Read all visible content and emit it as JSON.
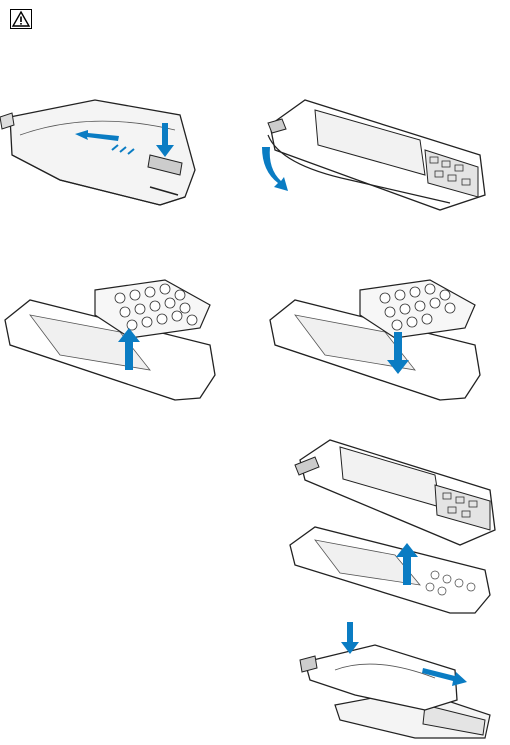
{
  "page": {
    "title": "",
    "warning_icon": "warning-triangle-icon",
    "colors": {
      "line": "#222222",
      "fill_light": "#f2f2f2",
      "fill_mid": "#d9d9d9",
      "arrow": "#0a7cc3",
      "body": "#ffffff"
    }
  },
  "illustrations": [
    {
      "name": "illustration-step-1",
      "caption": ""
    },
    {
      "name": "illustration-step-2",
      "caption": ""
    },
    {
      "name": "illustration-step-3",
      "caption": ""
    },
    {
      "name": "illustration-step-4",
      "caption": ""
    },
    {
      "name": "illustration-step-5",
      "caption": ""
    },
    {
      "name": "illustration-step-6",
      "caption": ""
    }
  ]
}
